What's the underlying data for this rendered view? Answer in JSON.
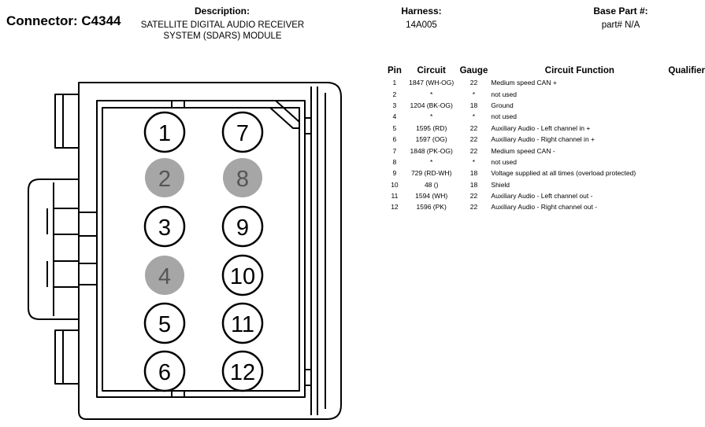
{
  "header": {
    "connector": "Connector: C4344",
    "description_label": "Description:",
    "description_line1": "SATELLITE DIGITAL AUDIO RECEIVER",
    "description_line2": "SYSTEM (SDARS) MODULE",
    "harness_label": "Harness:",
    "harness_value": "14A005",
    "base_part_label": "Base Part #:",
    "base_part_value": "part# N/A"
  },
  "table": {
    "columns": [
      "Pin",
      "Circuit",
      "Gauge",
      "Circuit Function",
      "Qualifier"
    ],
    "rows": [
      {
        "pin": "1",
        "circuit": "1847 (WH-OG)",
        "gauge": "22",
        "function": "Medium speed CAN +"
      },
      {
        "pin": "2",
        "circuit": "*",
        "gauge": "*",
        "function": "not used"
      },
      {
        "pin": "3",
        "circuit": "1204 (BK-OG)",
        "gauge": "18",
        "function": "Ground"
      },
      {
        "pin": "4",
        "circuit": "*",
        "gauge": "*",
        "function": "not used"
      },
      {
        "pin": "5",
        "circuit": "1595 (RD)",
        "gauge": "22",
        "function": "Auxiliary Audio - Left channel in +"
      },
      {
        "pin": "6",
        "circuit": "1597 (OG)",
        "gauge": "22",
        "function": "Auxiliary Audio - Right channel in +"
      },
      {
        "pin": "7",
        "circuit": "1848 (PK-OG)",
        "gauge": "22",
        "function": "Medium speed CAN -"
      },
      {
        "pin": "8",
        "circuit": "*",
        "gauge": "*",
        "function": "not used"
      },
      {
        "pin": "9",
        "circuit": "729 (RD-WH)",
        "gauge": "18",
        "function": "Voltage supplied at all times (overload protected)"
      },
      {
        "pin": "10",
        "circuit": "48 ()",
        "gauge": "18",
        "function": "Shield"
      },
      {
        "pin": "11",
        "circuit": "1594 (WH)",
        "gauge": "22",
        "function": "Auxiliary Audio - Left channel out -"
      },
      {
        "pin": "12",
        "circuit": "1596 (PK)",
        "gauge": "22",
        "function": "Auxiliary Audio - Right channel out -"
      }
    ]
  },
  "pins": [
    {
      "label": "1",
      "used": true
    },
    {
      "label": "2",
      "used": false
    },
    {
      "label": "3",
      "used": true
    },
    {
      "label": "4",
      "used": false
    },
    {
      "label": "5",
      "used": true
    },
    {
      "label": "6",
      "used": true
    },
    {
      "label": "7",
      "used": true
    },
    {
      "label": "8",
      "used": false
    },
    {
      "label": "9",
      "used": true
    },
    {
      "label": "10",
      "used": true
    },
    {
      "label": "11",
      "used": true
    },
    {
      "label": "12",
      "used": true
    }
  ],
  "colors": {
    "unused_pin_fill": "#a6a6a6",
    "used_pin_fill": "#ffffff",
    "outline": "#000000"
  }
}
